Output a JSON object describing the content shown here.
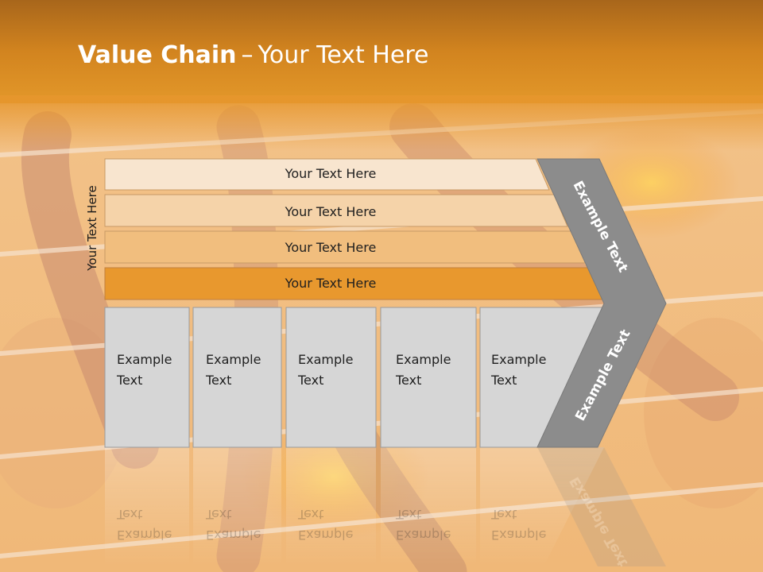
{
  "title": {
    "bold": "Value Chain",
    "separator": "–",
    "rest": "Your Text Here"
  },
  "side_label": "Your Text Here",
  "rows": [
    {
      "label": "Your Text Here",
      "color": "#f8e5cf"
    },
    {
      "label": "Your Text Here",
      "color": "#f5d3a9"
    },
    {
      "label": "Your Text Here",
      "color": "#f1be7e"
    },
    {
      "label": "Your Text Here",
      "color": "#e8982e"
    }
  ],
  "chevron": {
    "upper_label": "Example Text",
    "lower_label": "Example Text",
    "color": "#8c8c8c"
  },
  "boxes": [
    {
      "line1": "Example",
      "line2": "Text"
    },
    {
      "line1": "Example",
      "line2": "Text"
    },
    {
      "line1": "Example",
      "line2": "Text"
    },
    {
      "line1": "Example",
      "line2": "Text"
    },
    {
      "line1": "Example",
      "line2": "Text"
    }
  ],
  "colors": {
    "box_fill": "#d6d6d6",
    "box_stroke": "#9a9a9a",
    "header": "#d2841f"
  }
}
